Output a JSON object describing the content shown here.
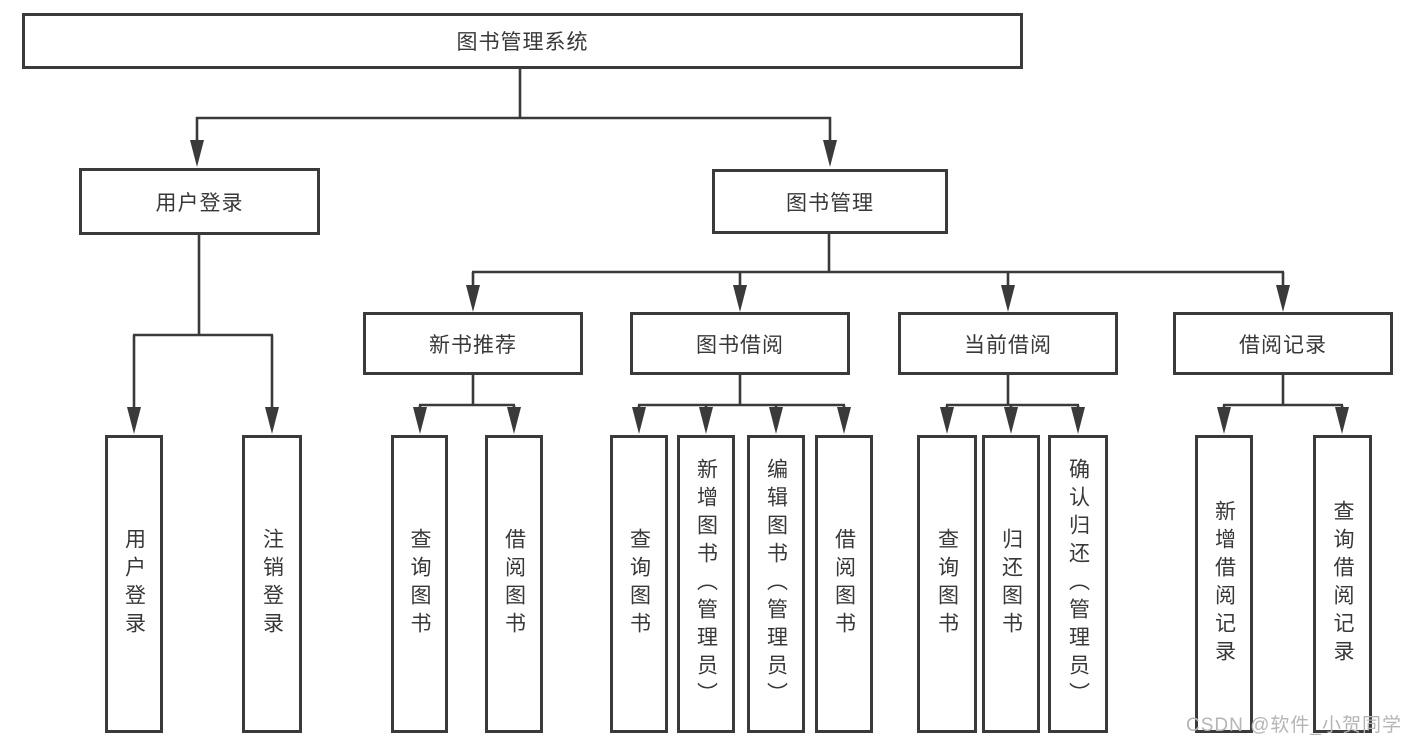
{
  "tree": {
    "root": "图书管理系统",
    "user_login": {
      "label": "用户登录",
      "children": [
        "用户登录",
        "注销登录"
      ]
    },
    "book_mgmt": {
      "label": "图书管理",
      "sections": {
        "new_books": {
          "label": "新书推荐",
          "children": [
            "查询图书",
            "借阅图书"
          ]
        },
        "borrowing": {
          "label": "图书借阅",
          "children": [
            "查询图书",
            "新增图书（管理员）",
            "编辑图书（管理员）",
            "借阅图书"
          ]
        },
        "current": {
          "label": "当前借阅",
          "children": [
            "查询图书",
            "归还图书",
            "确认归还（管理员）"
          ]
        },
        "records": {
          "label": "借阅记录",
          "children": [
            "新增借阅记录",
            "查询借阅记录"
          ]
        }
      }
    }
  },
  "watermark": "CSDN @软件_小贺同学",
  "colors": {
    "line": "#3a3a3a",
    "text": "#383838",
    "watermark": "#b5b5b5",
    "background": "#ffffff"
  }
}
